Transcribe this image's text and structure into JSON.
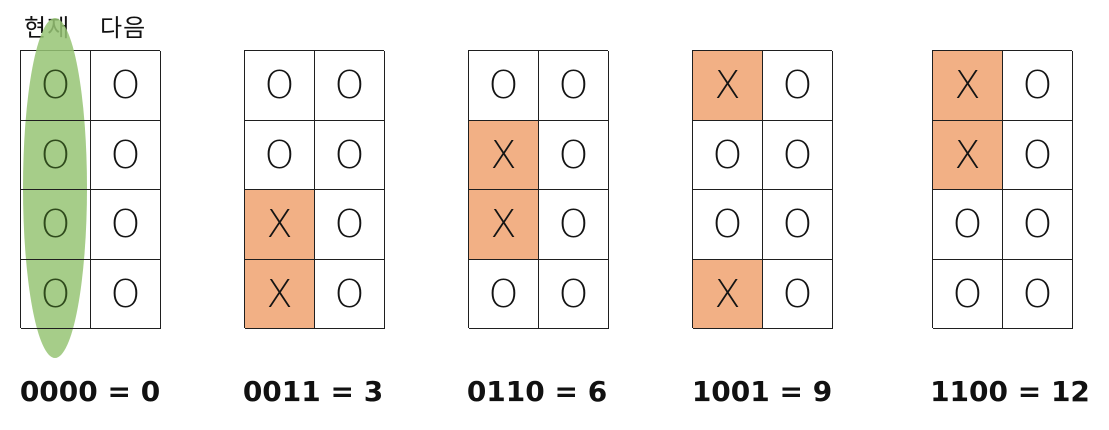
{
  "header": {
    "current_label": "현재",
    "next_label": "다음"
  },
  "grids": [
    {
      "cells": [
        [
          "O",
          "O"
        ],
        [
          "O",
          "O"
        ],
        [
          "O",
          "O"
        ],
        [
          "O",
          "O"
        ]
      ],
      "caption": "0000 = 0"
    },
    {
      "cells": [
        [
          "O",
          "O"
        ],
        [
          "O",
          "O"
        ],
        [
          "X",
          "O"
        ],
        [
          "X",
          "O"
        ]
      ],
      "caption": "0011 = 3"
    },
    {
      "cells": [
        [
          "O",
          "O"
        ],
        [
          "X",
          "O"
        ],
        [
          "X",
          "O"
        ],
        [
          "O",
          "O"
        ]
      ],
      "caption": "0110 = 6"
    },
    {
      "cells": [
        [
          "X",
          "O"
        ],
        [
          "O",
          "O"
        ],
        [
          "O",
          "O"
        ],
        [
          "X",
          "O"
        ]
      ],
      "caption": "1001 = 9"
    },
    {
      "cells": [
        [
          "X",
          "O"
        ],
        [
          "X",
          "O"
        ],
        [
          "O",
          "O"
        ],
        [
          "O",
          "O"
        ]
      ],
      "caption": "1100 = 12"
    }
  ],
  "colors": {
    "x_fill": "#f2b085",
    "highlight": "#96c474",
    "line": "#1f1f1f"
  }
}
